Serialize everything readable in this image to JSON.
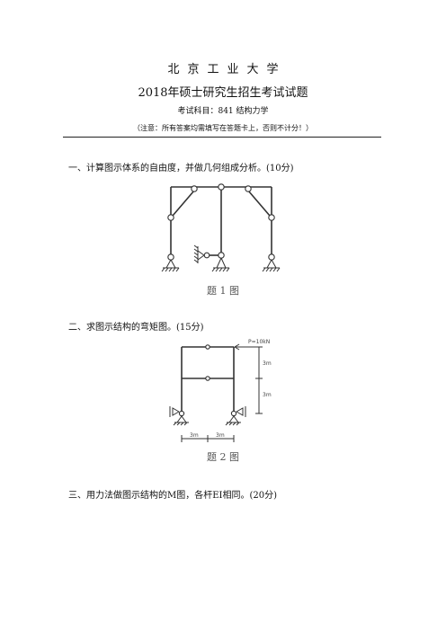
{
  "header": {
    "university": "北京工业大学",
    "exam_title": "2018年硕士研究生招生考试试题",
    "subject": "考试科目：841 结构力学",
    "note": "（注意：所有答案均需填写在答题卡上，否则不计分！）"
  },
  "questions": [
    {
      "text": "一、计算图示体系的自由度，并做几何组成分析。(10分)",
      "caption": "题 1 图"
    },
    {
      "text": "二、求图示结构的弯矩图。(15分)",
      "caption": "题 2 图"
    },
    {
      "text": "三、用力法做图示结构的M图，各杆EI相同。(20分)"
    }
  ],
  "figure2": {
    "load_label": "P=10kN",
    "dim_upper": "3m",
    "dim_lower": "3m",
    "span_left": "3m",
    "span_right": "3m"
  }
}
